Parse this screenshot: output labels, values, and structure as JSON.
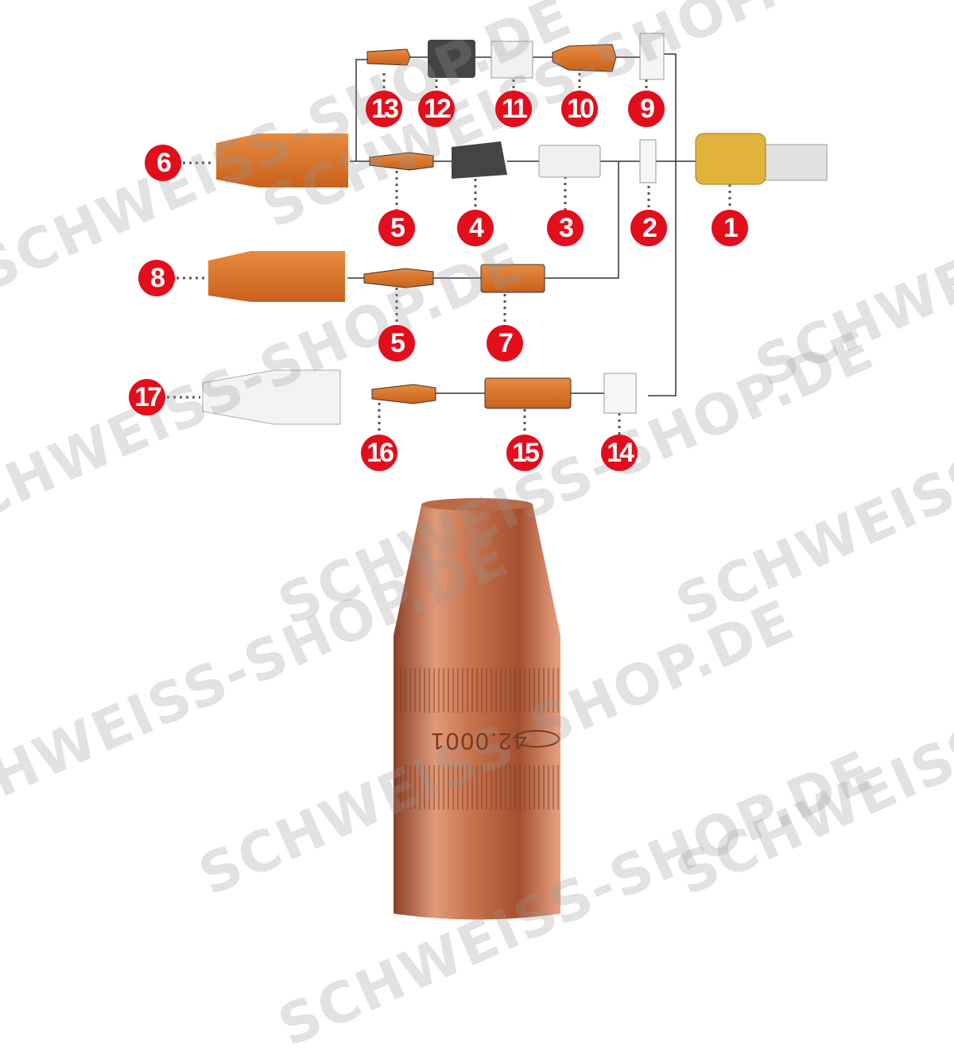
{
  "watermark": "SCHWEISS-SHOP.DE",
  "engraving": "42.0001",
  "colors": {
    "callout": "#e30d1b",
    "part_orange": "#d9742a",
    "copper": "#c9754e",
    "brass": "#e2b33c"
  },
  "callouts": [
    {
      "label": "13"
    },
    {
      "label": "12"
    },
    {
      "label": "11"
    },
    {
      "label": "10"
    },
    {
      "label": "9"
    },
    {
      "label": "6"
    },
    {
      "label": "5"
    },
    {
      "label": "4"
    },
    {
      "label": "3"
    },
    {
      "label": "2"
    },
    {
      "label": "1"
    },
    {
      "label": "8"
    },
    {
      "label": "5"
    },
    {
      "label": "7"
    },
    {
      "label": "17"
    },
    {
      "label": "16"
    },
    {
      "label": "15"
    },
    {
      "label": "14"
    }
  ]
}
